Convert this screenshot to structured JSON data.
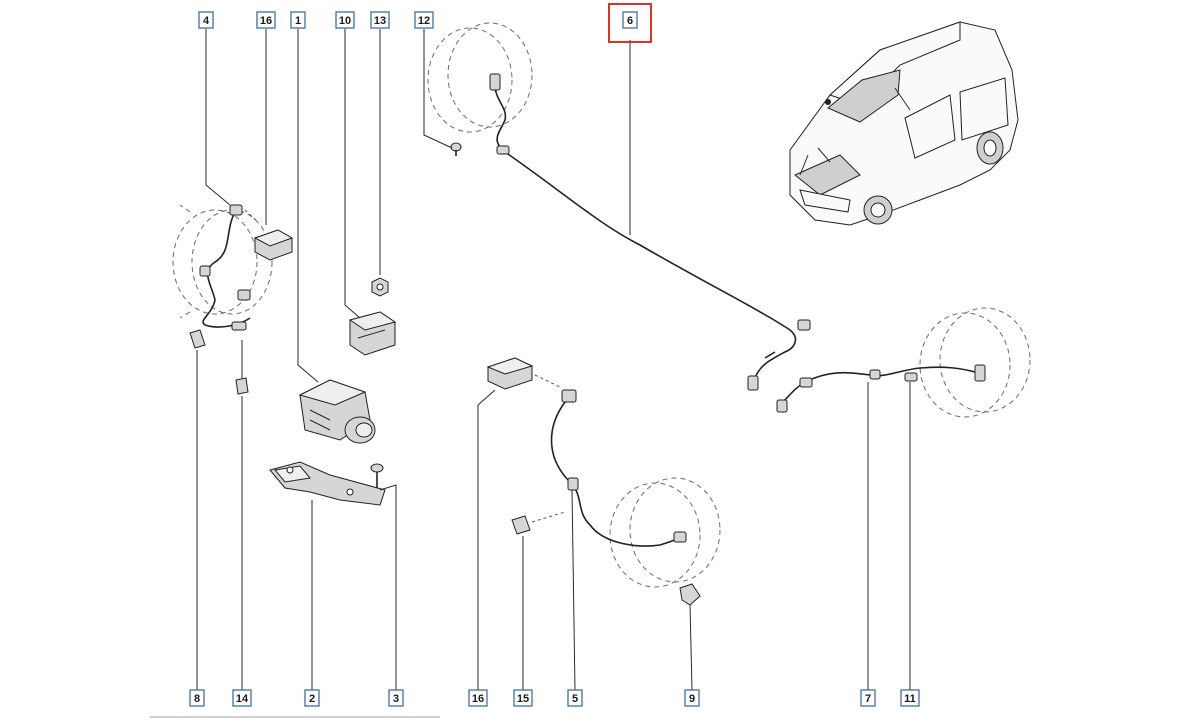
{
  "diagram": {
    "callouts": [
      {
        "id": "c4",
        "label": "4"
      },
      {
        "id": "c16a",
        "label": "16"
      },
      {
        "id": "c1",
        "label": "1"
      },
      {
        "id": "c10",
        "label": "10"
      },
      {
        "id": "c13",
        "label": "13"
      },
      {
        "id": "c12",
        "label": "12"
      },
      {
        "id": "c6",
        "label": "6",
        "selected": true
      },
      {
        "id": "c8",
        "label": "8"
      },
      {
        "id": "c14",
        "label": "14"
      },
      {
        "id": "c2",
        "label": "2"
      },
      {
        "id": "c3",
        "label": "3"
      },
      {
        "id": "c16b",
        "label": "16"
      },
      {
        "id": "c15",
        "label": "15"
      },
      {
        "id": "c5",
        "label": "5"
      },
      {
        "id": "c9",
        "label": "9"
      },
      {
        "id": "c7",
        "label": "7"
      },
      {
        "id": "c11",
        "label": "11"
      }
    ],
    "colors": {
      "callout_border": "#3b6fa3",
      "selection_highlight": "#e0302a",
      "line": "#222222"
    }
  }
}
